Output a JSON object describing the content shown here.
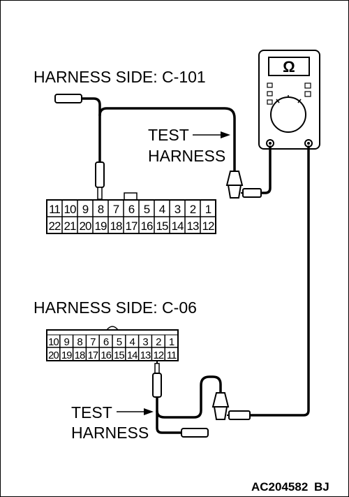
{
  "labels": {
    "c101_title": "HARNESS SIDE: C-101",
    "c06_title": "HARNESS SIDE: C-06",
    "test_harness_1_line1": "TEST",
    "test_harness_1_line2": "HARNESS",
    "test_harness_2_line1": "TEST",
    "test_harness_2_line2": "HARNESS",
    "figure_code": "AC204582",
    "figure_suffix": "BJ"
  },
  "meter": {
    "symbol": "Ω"
  },
  "connector_c101": {
    "top_row": [
      "11",
      "10",
      "9",
      "8",
      "7",
      "6",
      "5",
      "4",
      "3",
      "2",
      "1"
    ],
    "bottom_row": [
      "22",
      "21",
      "20",
      "19",
      "18",
      "17",
      "16",
      "15",
      "14",
      "13",
      "12"
    ]
  },
  "connector_c06": {
    "top_row": [
      "10",
      "9",
      "8",
      "7",
      "6",
      "5",
      "4",
      "3",
      "2",
      "1"
    ],
    "bottom_row": [
      "20",
      "19",
      "18",
      "17",
      "16",
      "15",
      "14",
      "13",
      "12",
      "11"
    ]
  }
}
